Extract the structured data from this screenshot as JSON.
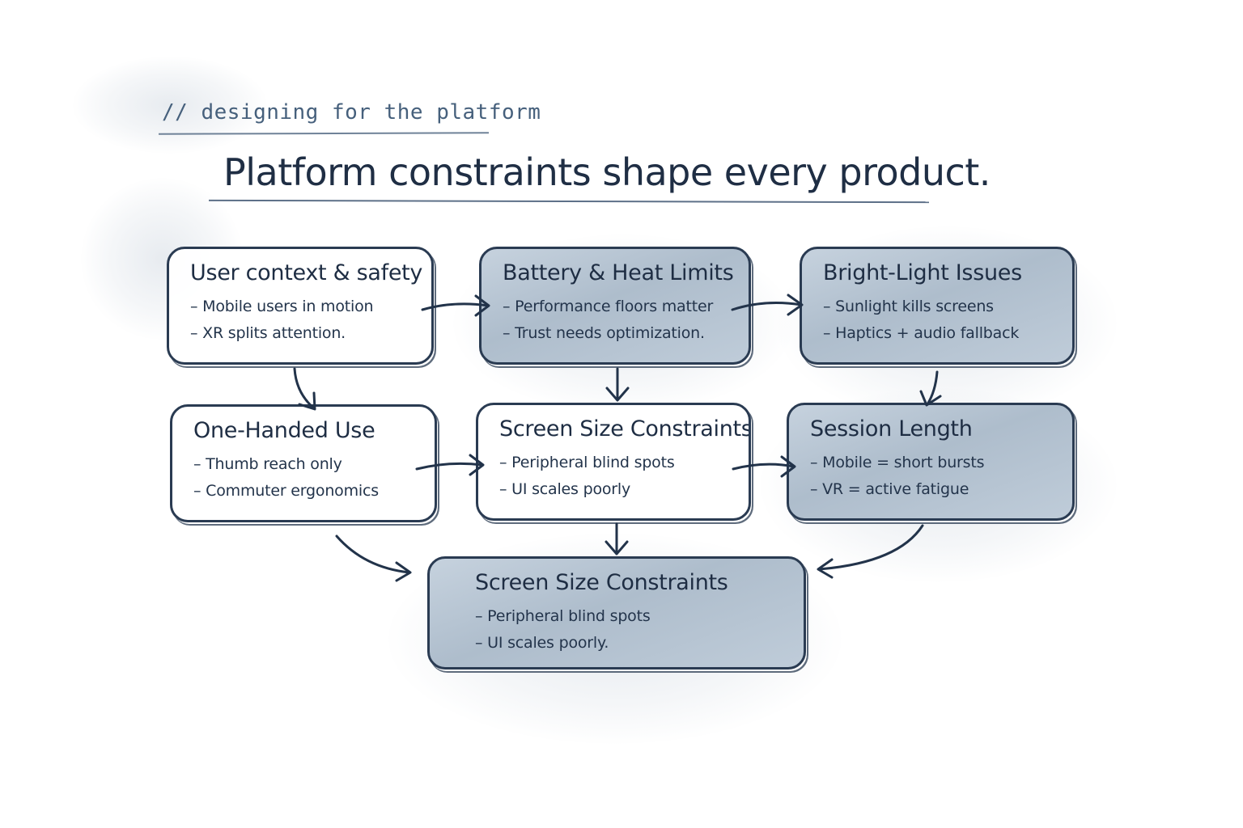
{
  "header": {
    "subtitle": "// designing for the platform",
    "title": "Platform constraints shape every product."
  },
  "boxes": [
    {
      "title": "User context & safety",
      "bullets": [
        "– Mobile users in motion",
        "– XR splits attention."
      ],
      "shaded": false
    },
    {
      "title": "Battery & Heat Limits",
      "bullets": [
        "– Performance floors matter",
        "– Trust needs optimization."
      ],
      "shaded": true
    },
    {
      "title": "Bright-Light Issues",
      "bullets": [
        "– Sunlight kills screens",
        "– Haptics + audio fallback"
      ],
      "shaded": true
    },
    {
      "title": "One-Handed Use",
      "bullets": [
        "– Thumb reach only",
        "– Commuter ergonomics"
      ],
      "shaded": false
    },
    {
      "title": "Screen Size Constraints",
      "bullets": [
        "– Peripheral blind spots",
        "– UI scales poorly"
      ],
      "shaded": false
    },
    {
      "title": "Session Length",
      "bullets": [
        "– Mobile = short bursts",
        "– VR = active fatigue"
      ],
      "shaded": true
    },
    {
      "title": "Screen Size Constraints",
      "bullets": [
        "– Peripheral blind spots",
        "– UI scales poorly."
      ],
      "shaded": true
    }
  ],
  "colors": {
    "ink": "#2a3b52",
    "shade": "#b4c2d0",
    "background": "#ffffff"
  }
}
